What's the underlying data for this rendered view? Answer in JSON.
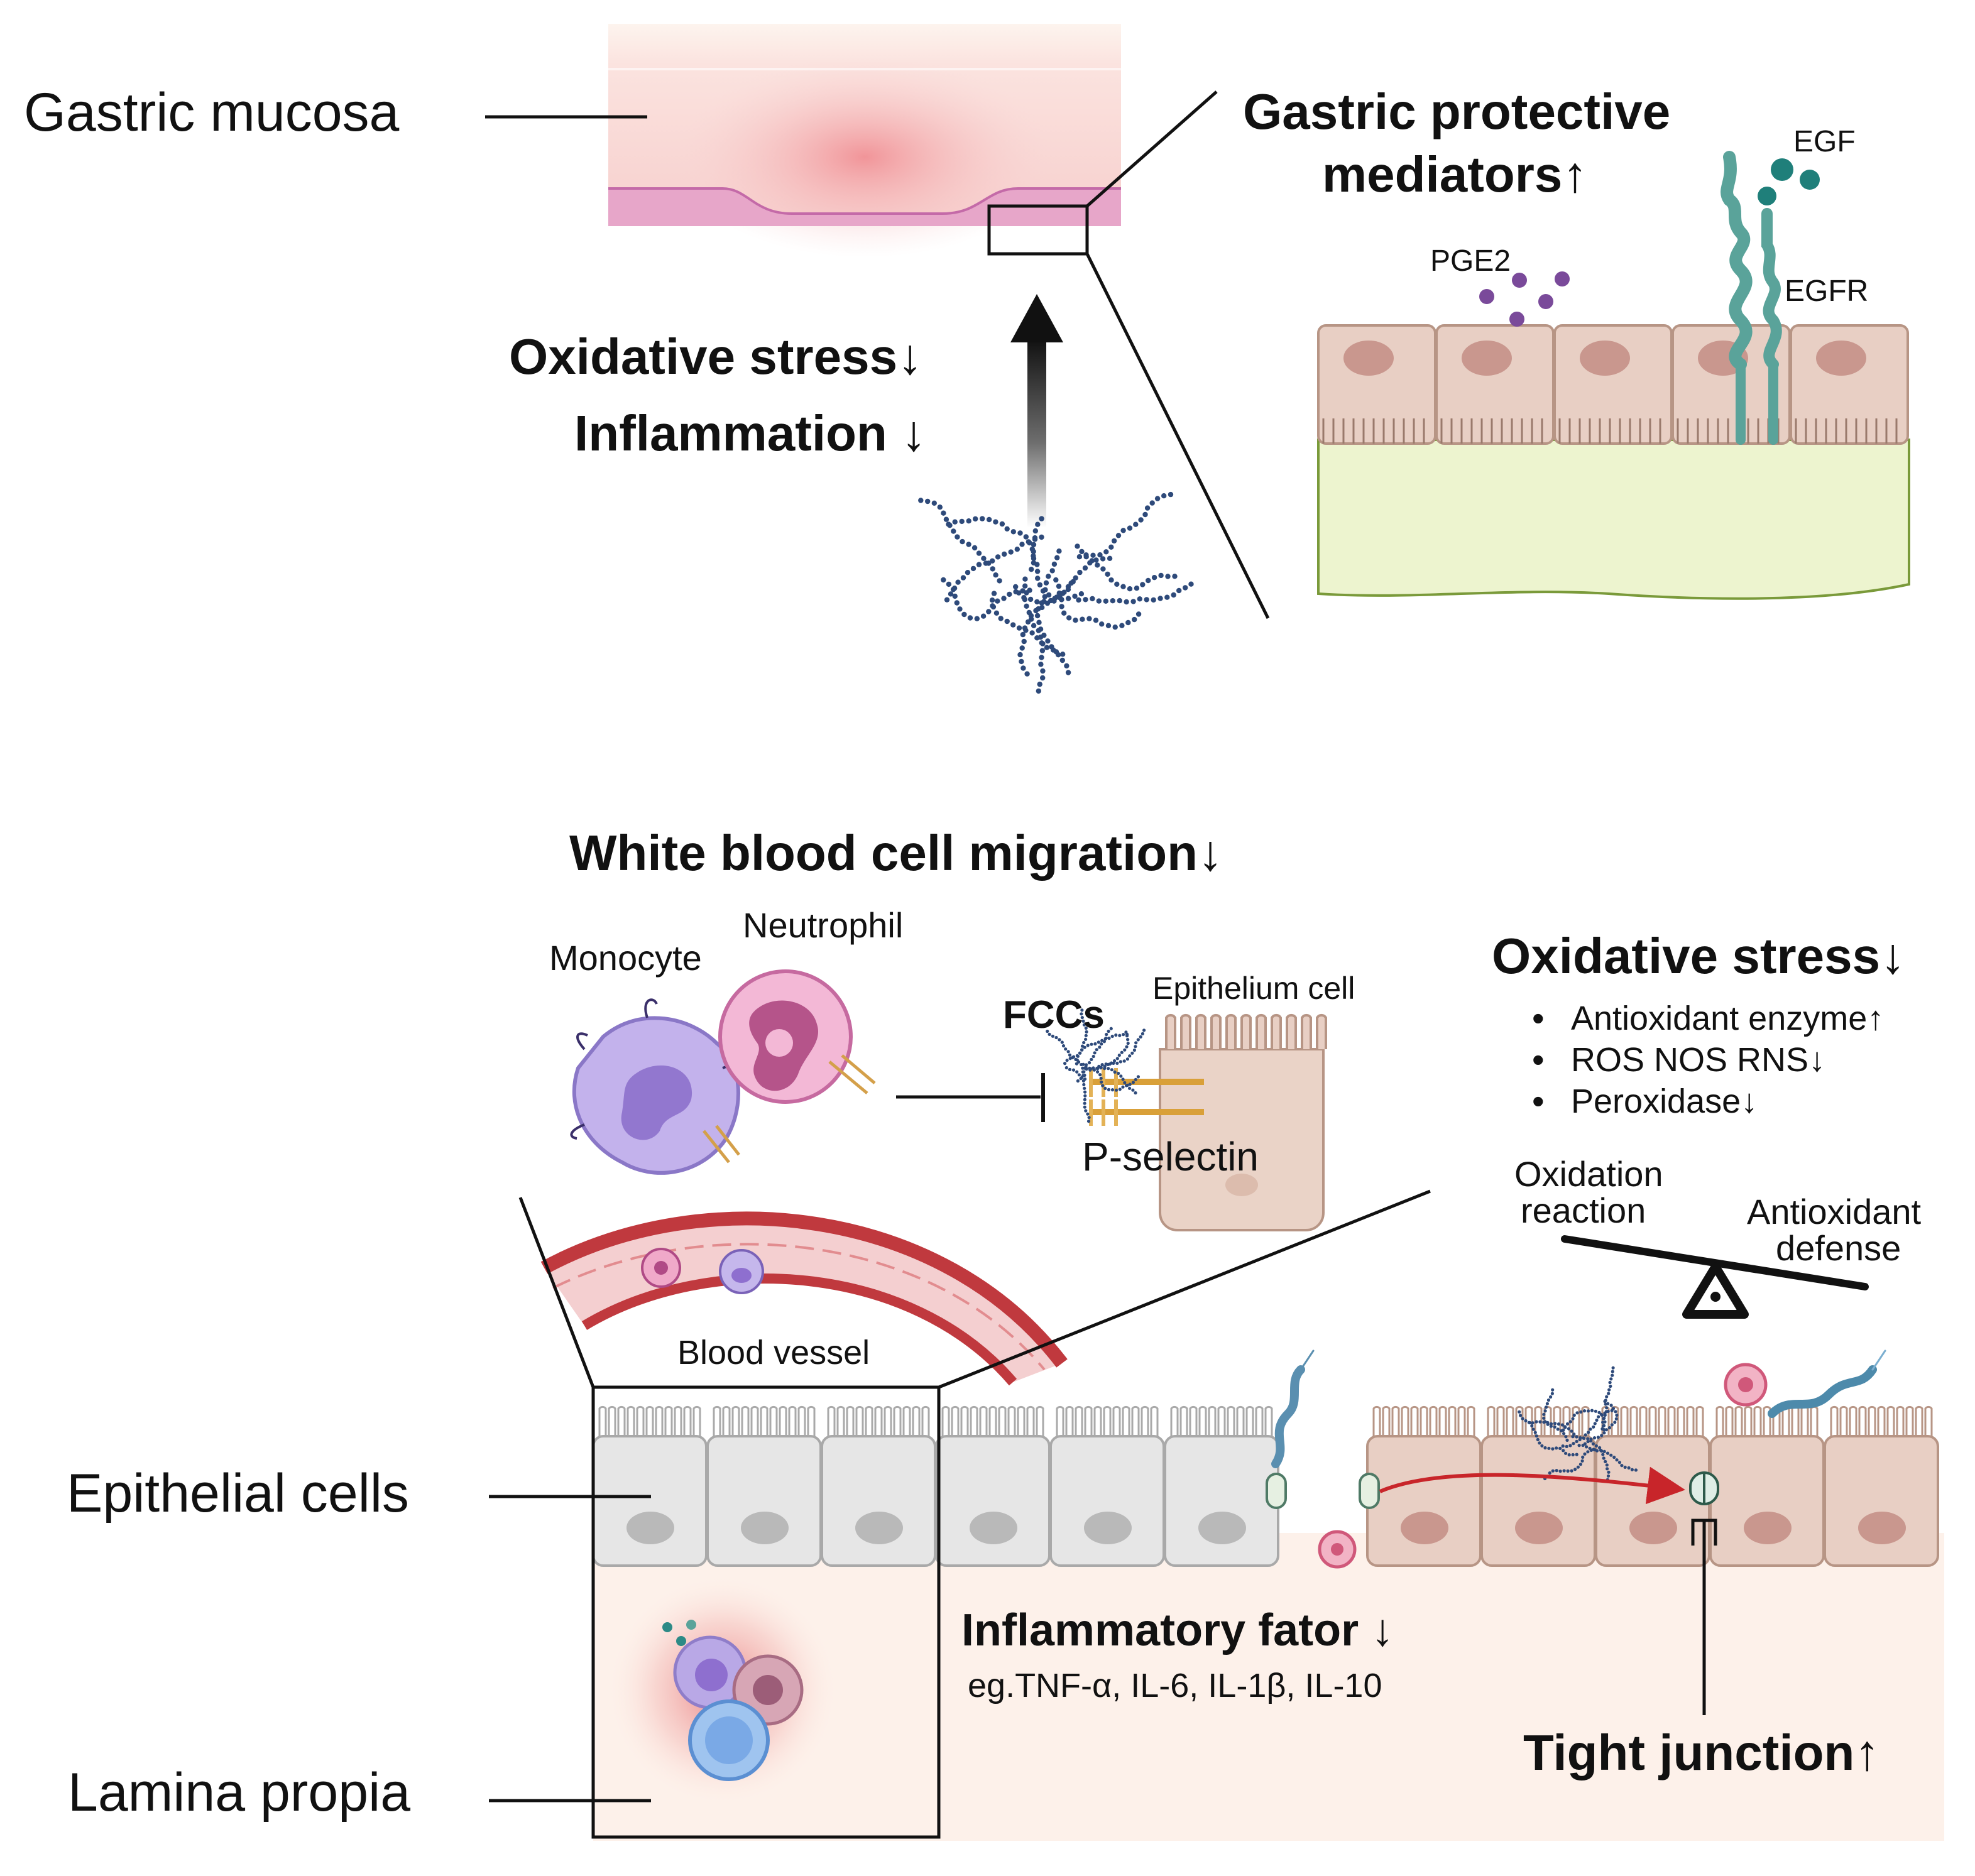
{
  "top_panel": {
    "gastric_mucosa_label": "Gastric mucosa",
    "oxidative_stress_label": "Oxidative stress↓",
    "inflammation_label": "Inflammation ↓",
    "protective_title_line1": "Gastric protective",
    "protective_title_line2": "mediators↑",
    "pge2_label": "PGE2",
    "egf_label": "EGF",
    "egfr_label": "EGFR"
  },
  "bottom_panel": {
    "wbc_migration_label": "White blood cell migration↓",
    "monocyte_label": "Monocyte",
    "neutrophil_label": "Neutrophil",
    "fccs_label": "FCCs",
    "epithelium_cell_label": "Epithelium cell",
    "p_selectin_label": "P-selectin",
    "oxidative_stress_title": "Oxidative stress↓",
    "oxidative_bullets": [
      "Antioxidant enzyme↑",
      "ROS NOS RNS↓",
      "Peroxidase↓"
    ],
    "oxidation_reaction_line1": "Oxidation",
    "oxidation_reaction_line2": "reaction",
    "antioxidant_defense_line1": "Antioxidant",
    "antioxidant_defense_line2": "defense",
    "blood_vessel_label": "Blood vessel",
    "epithelial_cells_label": "Epithelial cells",
    "lamina_propia_label": "Lamina propia",
    "inflammatory_factor_label": "Inflammatory fator ↓",
    "cytokines_label": "eg.TNF-α, IL-6, IL-1β, IL-10",
    "tight_junction_label": "Tight junction↑"
  },
  "colors": {
    "mucosa_pink": "#f7c9c8",
    "cell_tan": "#e8cfc4",
    "nucleus": "#c9978e",
    "submucosa_green": "#e9f2c8",
    "egfr_teal": "#5aa39a",
    "pge2_purple": "#7a4a9a",
    "vessel_red": "#c0393e",
    "arrow_red": "#c8252a",
    "polymer_blue": "#2e4a7a",
    "healthy_cell_gray": "#e6e6e6"
  }
}
